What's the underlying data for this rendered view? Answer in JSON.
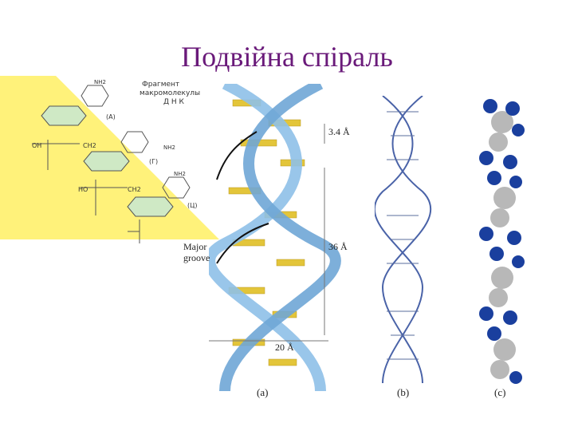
{
  "slide": {
    "title": "Подвійна спіраль"
  },
  "structure_panel": {
    "heading": "Фрагмент макромолекулы ДНК",
    "heading_line1": "Фрагмент",
    "heading_line2": "макромолекулы",
    "heading_line3": "Д  Н  К",
    "base_labels": [
      "(А)",
      "(Г)",
      "(Ц)"
    ],
    "group_labels": [
      "OH",
      "HO",
      "CH2",
      "CH2",
      "NH2",
      "NH2",
      "NH2"
    ]
  },
  "helix_a": {
    "rise_label": "3.4 Å",
    "pitch_label": "36 Å",
    "width_label": "20 Å",
    "groove_label_line1": "Major",
    "groove_label_line2": "groove",
    "panel_label": "(a)"
  },
  "helix_b": {
    "panel_label": "(b)"
  },
  "helix_c": {
    "panel_label": "(c)"
  },
  "colors": {
    "title": "#6a1a7a",
    "highlight": "#fff27a",
    "ribbon": "#8ec0e8",
    "base_pair": "#e3c53a",
    "atom_blue": "#1a3f9e",
    "atom_grey": "#b8b8b8"
  }
}
